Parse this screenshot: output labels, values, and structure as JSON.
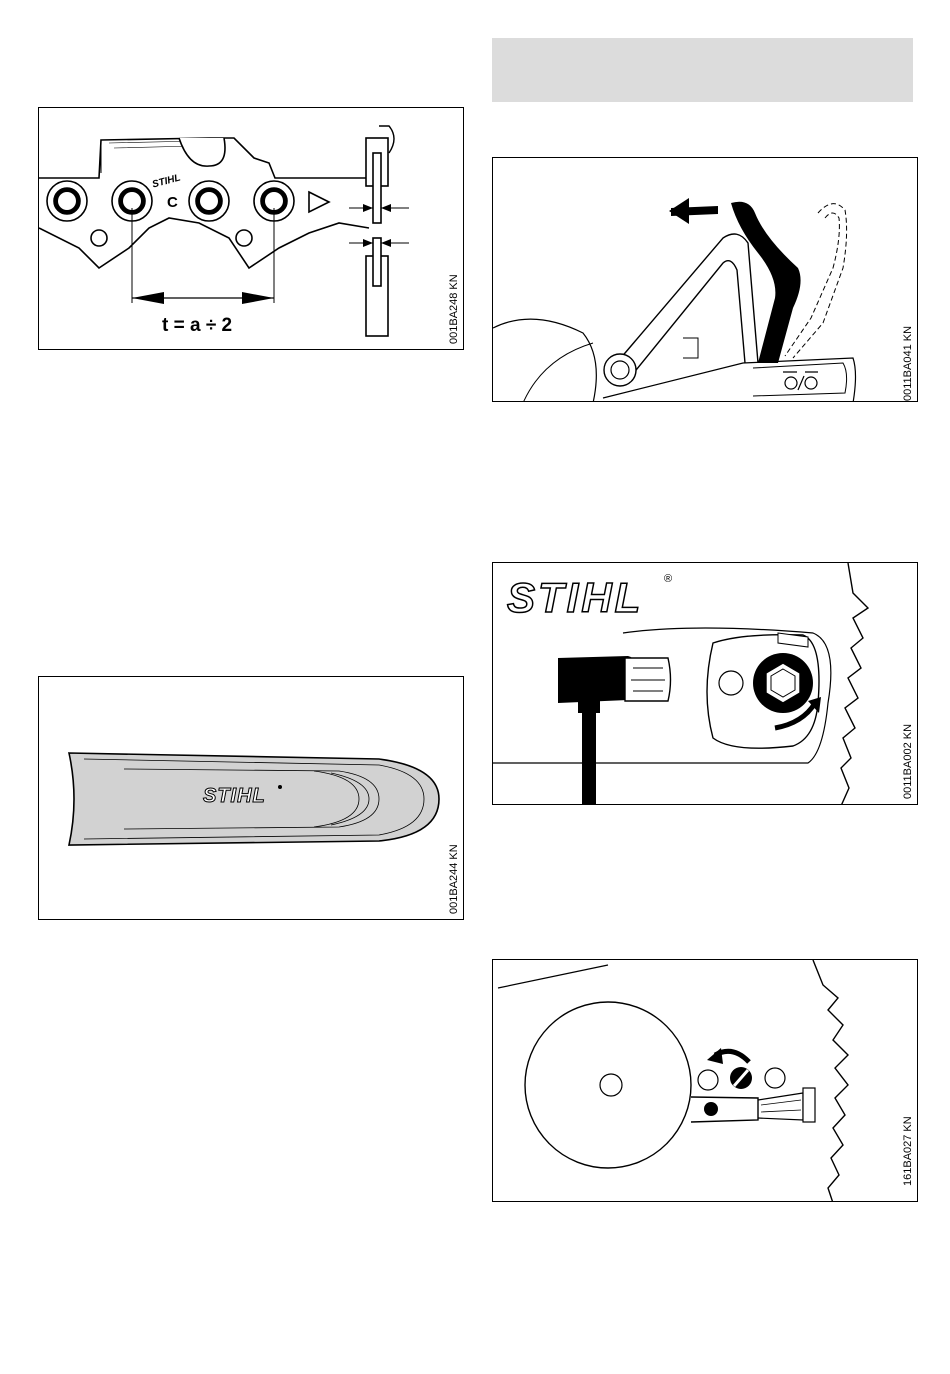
{
  "figures": {
    "chain_pitch": {
      "code": "001BA248 KN",
      "formula": "t = a ÷ 2",
      "link_letter": "C",
      "brand": "STIHL"
    },
    "scabbard": {
      "code": "001BA244 KN",
      "brand": "STIHL"
    },
    "brake_lever": {
      "code": "0011BA041 KN"
    },
    "tensioner": {
      "code": "0011BA002 KN",
      "brand": "STIHL"
    },
    "oil_adjust": {
      "code": "161BA027 KN"
    }
  },
  "colors": {
    "header_bar": "#dcdcdc",
    "scabbard_fill": "#d2d2d2",
    "ink": "#000000"
  }
}
